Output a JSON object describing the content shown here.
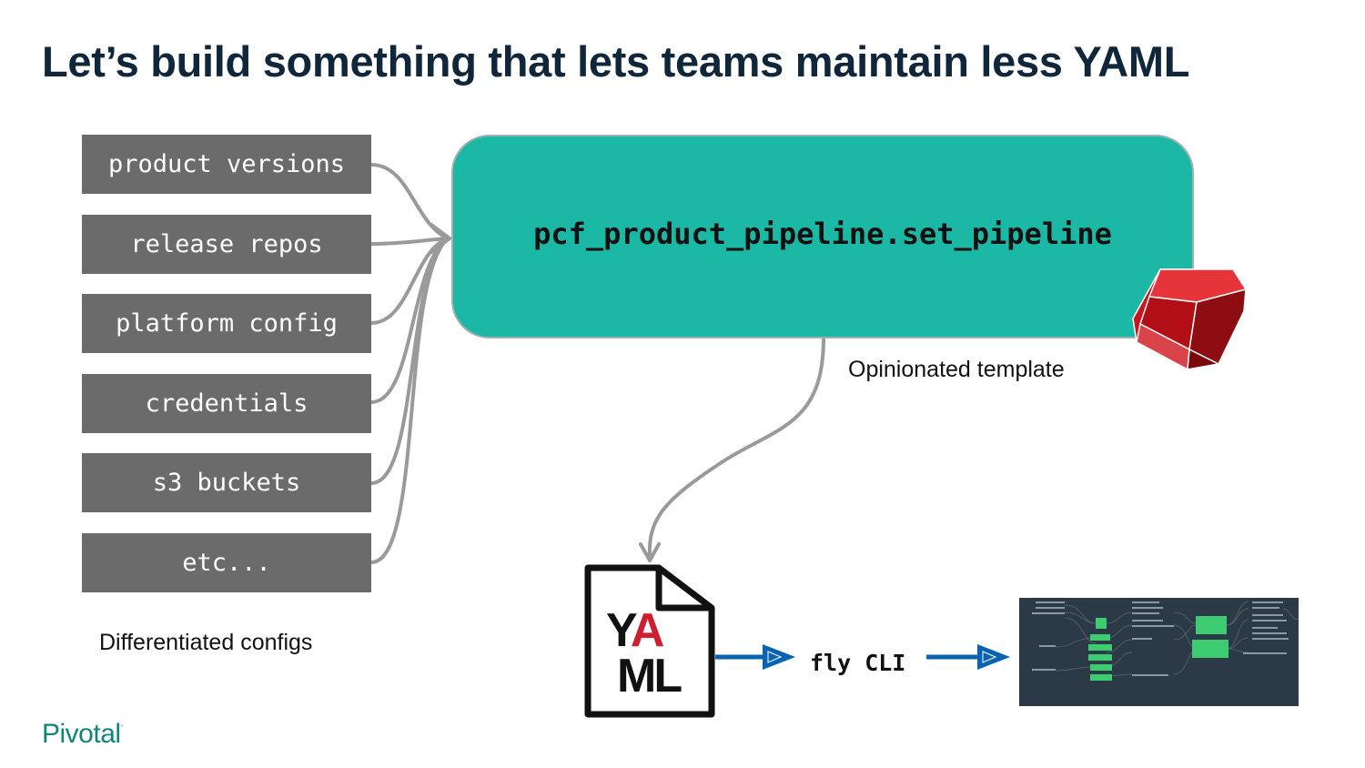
{
  "title": "Let’s build something that lets teams maintain less YAML",
  "configs": [
    {
      "label": "product versions"
    },
    {
      "label": "release repos"
    },
    {
      "label": "platform config"
    },
    {
      "label": "credentials"
    },
    {
      "label": "s3 buckets"
    },
    {
      "label": "etc..."
    }
  ],
  "configs_caption": "Differentiated configs",
  "template": {
    "code": "pcf_product_pipeline.set_pipeline",
    "caption": "Opinionated template"
  },
  "yaml_file": {
    "text_top": "YA",
    "text_bottom": "ML"
  },
  "fly_cli": "fly CLI",
  "brand": {
    "name": "Pivotal",
    "mark": "."
  },
  "colors": {
    "title": "#10263a",
    "config_box": "#6b6b6b",
    "template_box": "#1bb9a5",
    "connector": "#9a9a9a",
    "flow_arrow": "#0a63b0",
    "brand": "#138575"
  }
}
